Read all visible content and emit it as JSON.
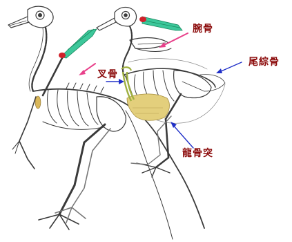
{
  "labels": {
    "wrist_bone": "腕骨",
    "pygostyle": "尾綜骨",
    "furcula": "叉骨",
    "keel": "龍骨突"
  },
  "colors": {
    "label_text": "#8b0a0a",
    "pointer_pink": "#e8408a",
    "pointer_blue": "#2030c8",
    "wing_green": "#3cc79a",
    "keel_yellow": "#e3cf7c",
    "joint_red": "#d0202a",
    "bone_line": "#3a3a3a"
  },
  "figures": [
    {
      "name": "archaeopteryx-style-skeleton-left",
      "icon": "bird-skeleton"
    },
    {
      "name": "modern-bird-skeleton-right",
      "icon": "bird-skeleton"
    }
  ]
}
